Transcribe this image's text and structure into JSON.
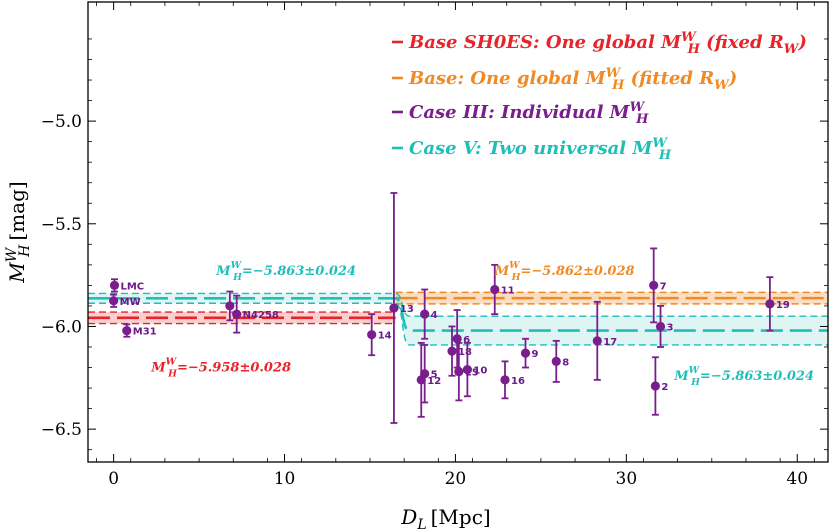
{
  "chart_data": {
    "type": "scatter",
    "xlabel_main": "D",
    "xlabel_sub": "L",
    "xlabel_unit": "[Mpc]",
    "ylabel_main": "M",
    "ylabel_sub": "H",
    "ylabel_sup": "W",
    "ylabel_unit": "[mag]",
    "xlim": [
      -1.5,
      41.8
    ],
    "ylim": [
      -6.66,
      -4.42
    ],
    "y_reversed": true,
    "xticks": [
      0,
      10,
      20,
      30,
      40
    ],
    "yticks": [
      -5.0,
      -5.5,
      -6.0,
      -6.5
    ],
    "xtick_labels": [
      "0",
      "10",
      "20",
      "30",
      "40"
    ],
    "ytick_labels": [
      "−5.0",
      "−5.5",
      "−6.0",
      "−6.5"
    ],
    "legend": [
      {
        "label": "Base SH0ES: One global M",
        "sup": "W",
        "sub": "H",
        "suffix": " (fixed R",
        "suffix_sub": "W",
        "suffix_end": ")",
        "color": "#e8232a"
      },
      {
        "label": "Base: One global M",
        "sup": "W",
        "sub": "H",
        "suffix": " (fitted R",
        "suffix_sub": "W",
        "suffix_end": ")",
        "color": "#f08a24"
      },
      {
        "label": "Case III: Individual M",
        "sup": "W",
        "sub": "H",
        "suffix": "",
        "suffix_sub": "",
        "suffix_end": "",
        "color": "#7a1e8e"
      },
      {
        "label": "Case V: Two universal M",
        "sup": "W",
        "sub": "H",
        "suffix": "",
        "suffix_sub": "",
        "suffix_end": "",
        "color": "#1fbfb8"
      }
    ],
    "bands": {
      "red": {
        "value": -5.958,
        "err": 0.028,
        "x_start": -1.5,
        "x_end": 16.5
      },
      "orange": {
        "value": -5.862,
        "err": 0.028,
        "x_start": 16.5,
        "x_end": 41.8
      },
      "cyan_low": {
        "value": -5.863,
        "err": 0.024,
        "x_start": -1.5,
        "x_end": 16.5
      },
      "cyan_high": {
        "value": -6.02,
        "err": 0.07,
        "x_start": 17.3,
        "x_end": 41.8
      }
    },
    "annotations": [
      {
        "text": "M",
        "sup": "W",
        "sub": "H",
        "rest": "=−5.863±0.024",
        "color": "#1fbfb8",
        "x": 6.0,
        "y": -5.75
      },
      {
        "text": "M",
        "sup": "W",
        "sub": "H",
        "rest": "=−5.958±0.028",
        "color": "#e8232a",
        "x": 2.2,
        "y": -6.22
      },
      {
        "text": "M",
        "sup": "W",
        "sub": "H",
        "rest": "=−5.862±0.028",
        "color": "#f08a24",
        "x": 22.3,
        "y": -5.75
      },
      {
        "text": "M",
        "sup": "W",
        "sub": "H",
        "rest": "=−5.863±0.024",
        "color": "#1fbfb8",
        "x": 32.8,
        "y": -6.26
      }
    ],
    "points": [
      {
        "label": "LMC",
        "x": 0.05,
        "y": -5.8,
        "err": 0.03
      },
      {
        "label": "MW",
        "x": 0.0,
        "y": -5.875,
        "err": 0.03
      },
      {
        "label": "M31",
        "x": 0.77,
        "y": -6.02,
        "err": 0.03
      },
      {
        "label": "",
        "x": 6.8,
        "y": -5.9,
        "err": 0.07
      },
      {
        "label": "N4258",
        "x": 7.2,
        "y": -5.94,
        "err": 0.09
      },
      {
        "label": "14",
        "x": 15.1,
        "y": -6.04,
        "err": 0.1
      },
      {
        "label": "13",
        "x": 16.4,
        "y": -5.91,
        "err": 0.56
      },
      {
        "label": "4",
        "x": 18.2,
        "y": -5.94,
        "err": 0.12
      },
      {
        "label": "12",
        "x": 18.0,
        "y": -6.26,
        "err": 0.18
      },
      {
        "label": "5",
        "x": 18.2,
        "y": -6.23,
        "err": 0.14
      },
      {
        "label": "18",
        "x": 19.8,
        "y": -6.12,
        "err": 0.12
      },
      {
        "label": "6",
        "x": 20.1,
        "y": -6.06,
        "err": 0.14
      },
      {
        "label": "15",
        "x": 20.2,
        "y": -6.22,
        "err": 0.14
      },
      {
        "label": "10",
        "x": 20.7,
        "y": -6.21,
        "err": 0.13
      },
      {
        "label": "11",
        "x": 22.3,
        "y": -5.82,
        "err": 0.12
      },
      {
        "label": "16",
        "x": 22.9,
        "y": -6.26,
        "err": 0.09
      },
      {
        "label": "9",
        "x": 24.1,
        "y": -6.13,
        "err": 0.07
      },
      {
        "label": "8",
        "x": 25.9,
        "y": -6.17,
        "err": 0.1
      },
      {
        "label": "17",
        "x": 28.3,
        "y": -6.07,
        "err": 0.19
      },
      {
        "label": "7",
        "x": 31.6,
        "y": -5.8,
        "err": 0.18
      },
      {
        "label": "2",
        "x": 31.7,
        "y": -6.29,
        "err": 0.14
      },
      {
        "label": "3",
        "x": 32.0,
        "y": -6.0,
        "err": 0.1
      },
      {
        "label": "19",
        "x": 38.4,
        "y": -5.89,
        "err": 0.13
      }
    ],
    "colors": {
      "points": "#7a1e8e",
      "red": "#e8232a",
      "orange": "#f08a24",
      "cyan": "#1fbfb8",
      "purple": "#7a1e8e"
    }
  }
}
